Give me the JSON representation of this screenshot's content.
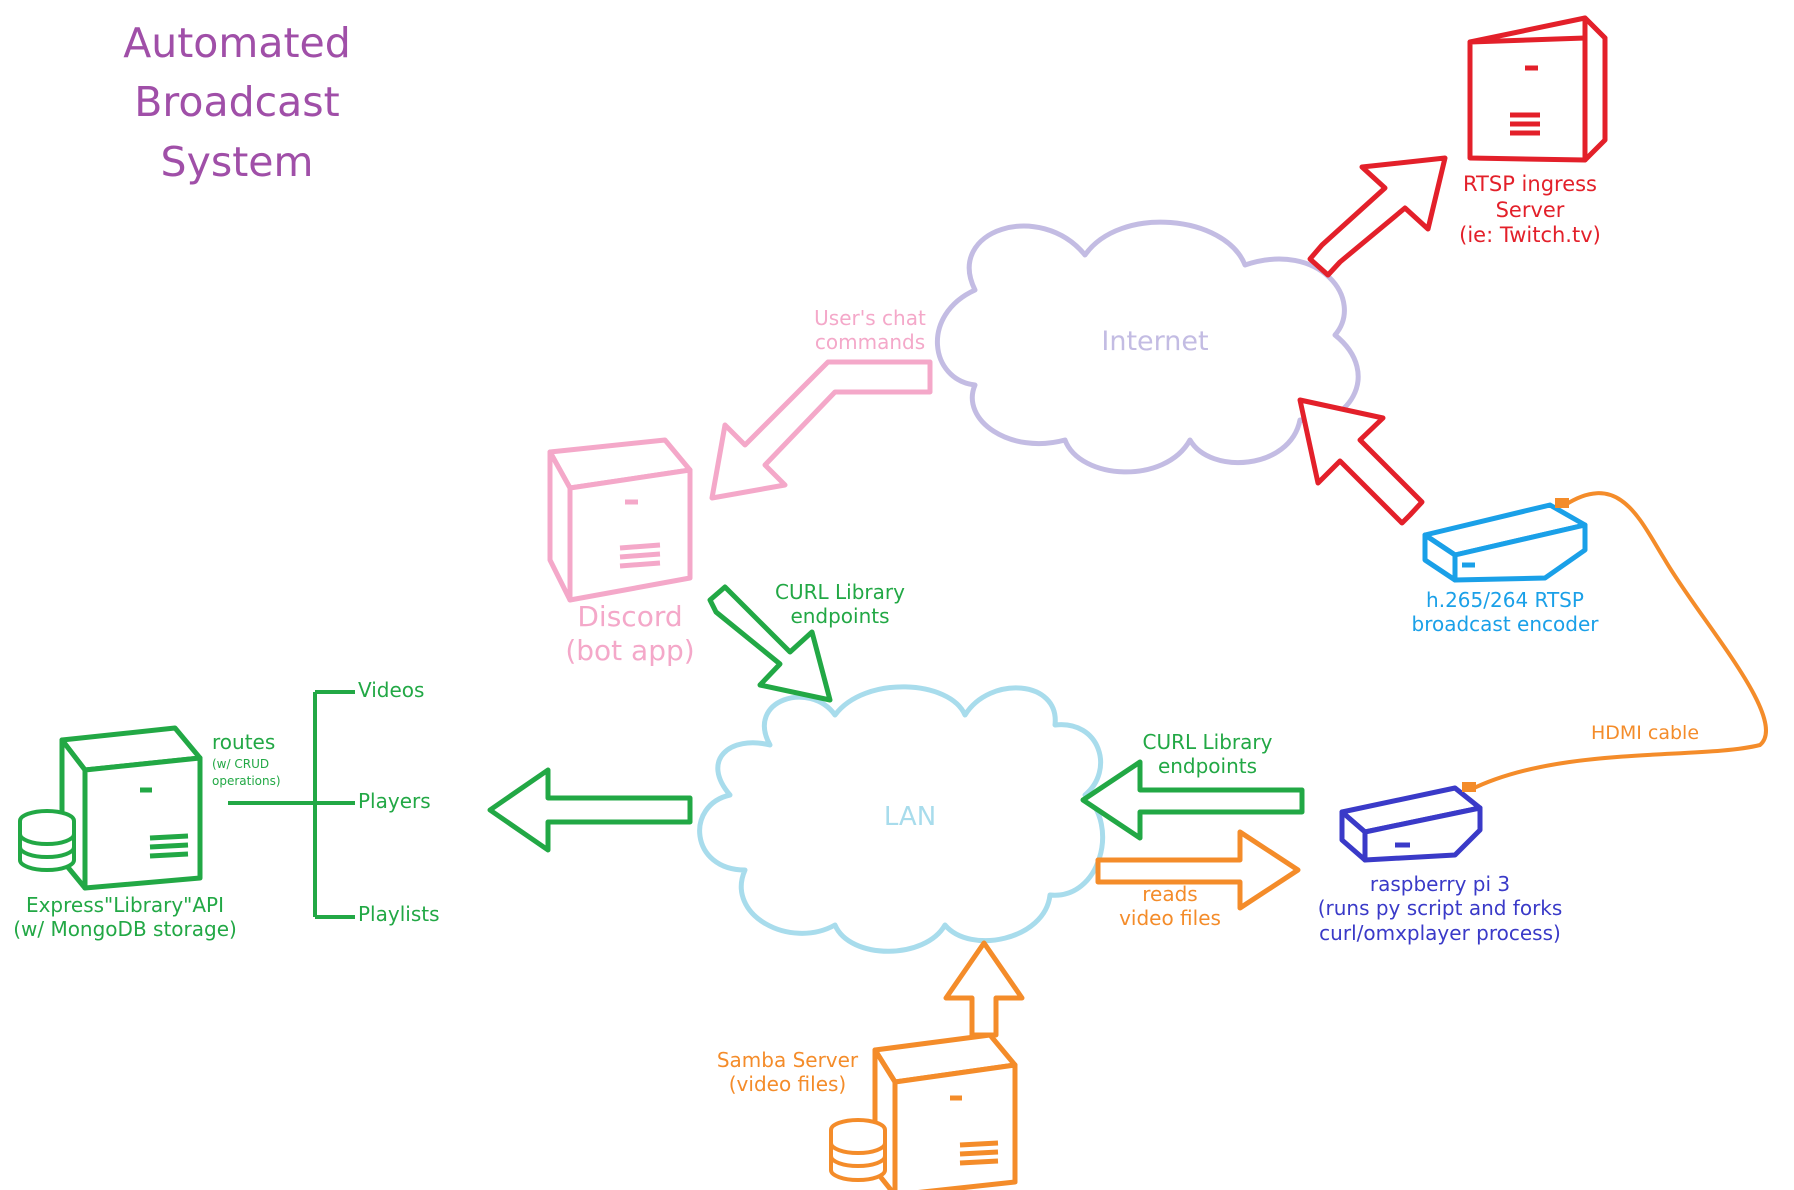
{
  "title": {
    "line1": "Automated Broadcast",
    "line2": "System"
  },
  "nodes": {
    "rtsp_server": {
      "line1": "RTSP ingress",
      "line2": "Server",
      "line3": "(ie: Twitch.tv)"
    },
    "internet": {
      "label": "Internet"
    },
    "discord": {
      "line1": "Discord",
      "line2": "(bot  app)"
    },
    "encoder": {
      "line1": "h.265/264  RTSP",
      "line2": "broadcast encoder"
    },
    "lan": {
      "label": "LAN"
    },
    "express_api": {
      "line1": "Express\"Library\"API",
      "line2": "(w/ MongoDB storage)"
    },
    "raspberry_pi": {
      "line1": "raspberry pi 3",
      "line2": "(runs py script and forks",
      "line3": "curl/omxplayer process)"
    },
    "samba": {
      "line1": "Samba Server",
      "line2": "(video files)"
    }
  },
  "edges": {
    "chat_commands": {
      "line1": "User's chat",
      "line2": "commands"
    },
    "discord_curl": {
      "line1": "CURL Library",
      "line2": "endpoints"
    },
    "pi_curl": {
      "line1": "CURL Library",
      "line2": "endpoints"
    },
    "reads_video": {
      "line1": "reads",
      "line2": "video files"
    },
    "hdmi": {
      "label": "HDMI cable"
    }
  },
  "routes": {
    "title": "routes",
    "note_line1": "(w/ CRUD",
    "note_line2": "operations)",
    "items": [
      "Videos",
      "Players",
      "Playlists"
    ]
  },
  "colors": {
    "title": "#a04fa8",
    "red": "#e3202a",
    "lavender": "#bdb6e0",
    "pink": "#f4a3c7",
    "green": "#22a845",
    "lightblue": "#a4d7ea",
    "blue": "#1aa0e8",
    "navy": "#3a3ac8",
    "orange": "#f48c2a"
  }
}
